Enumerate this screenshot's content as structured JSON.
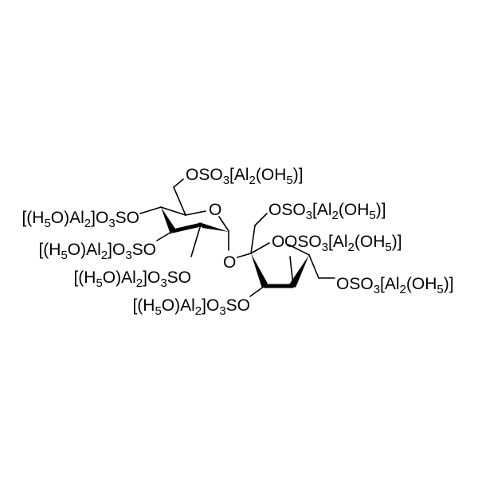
{
  "molecule": {
    "ring_oxygen_label": "O",
    "glycosidic_oxygen_label": "O",
    "labels": {
      "glucose_c6": "OSO3[Al2(OH5)]",
      "glucose_c4": "[(H5O)Al2]O3SO",
      "glucose_c3": "[(H5O)Al2]O3SO",
      "glucose_c2": "[(H5O)Al2]O3SO",
      "fructose_c3": "[(H5O)Al2]O3SO",
      "fructose_c1": "OSO3[Al2(OH5)]",
      "fructose_c4": "OSO3[Al2(OH5)]",
      "fructose_c6": "OSO3[Al2(OH5)]"
    }
  }
}
